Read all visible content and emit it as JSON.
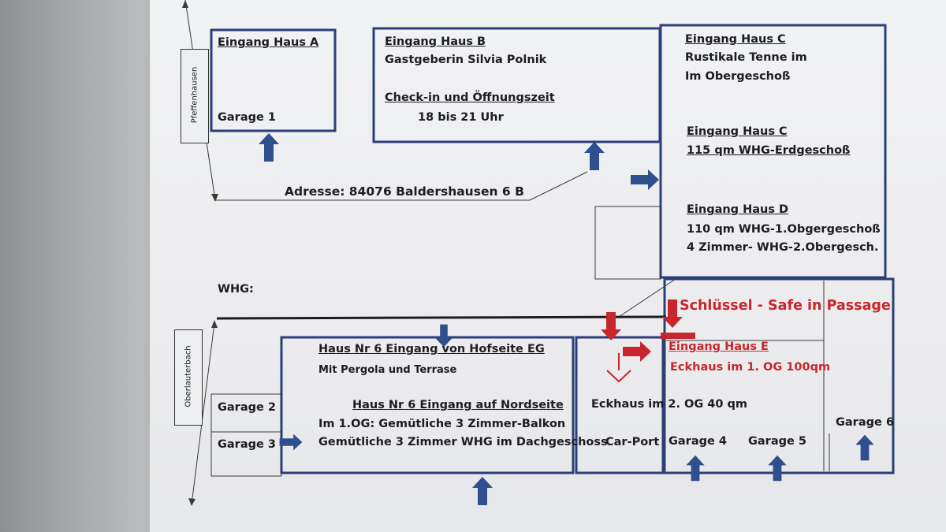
{
  "texts": {
    "haus_a": "Eingang Haus A",
    "garage_1": "Garage 1",
    "haus_b": "Eingang Haus B",
    "gastgeberin": "Gastgeberin Silvia Polnik",
    "checkin": "Check-in und Öffnungszeit",
    "hours": "18 bis 21 Uhr",
    "haus_c_1": "Eingang Haus C",
    "tenne_1": "Rustikale Tenne im",
    "tenne_2": "Im Obergeschoß",
    "haus_c_2": "Eingang Haus C",
    "whg_c": "115 qm WHG-Erdgeschoß",
    "adresse": "Adresse:  84076 Baldershausen 6 B",
    "haus_d": "Eingang Haus D",
    "whg_d1": "110 qm WHG-1.Obgergeschoß",
    "whg_d2": "4 Zimmer- WHG-2.Obergesch.",
    "whg": "WHG:",
    "safe": "Schlüssel - Safe in Passage",
    "haus6_hof": "Haus Nr 6 Eingang von Hofseite EG",
    "pergola": "Mit Pergola und Terrase",
    "haus_e": "Eingang Haus E",
    "eckhaus_e": "Eckhaus im 1. OG 100qm",
    "haus6_nord": "Haus Nr 6 Eingang auf Nordseite",
    "eckhaus_2og": "Eckhaus im 2. OG 40 qm",
    "balkon": "Im 1.OG: Gemütliche 3 Zimmer-Balkon",
    "dach": "Gemütliche 3 Zimmer WHG im Dachgeschoss",
    "carport": "Car-Port",
    "garage_2": "Garage 2",
    "garage_3": "Garage 3",
    "garage_4": "Garage 4",
    "garage_5": "Garage 5",
    "garage_6": "Garage 6",
    "street_top": "Pfeffenhausen",
    "street_bottom": "Oberlauterbach"
  },
  "colors": {
    "outline": "#2c3e7a",
    "arrow_blue": "#2f4f8f",
    "arrow_red": "#c8262c",
    "text": "#1d1d1f"
  }
}
